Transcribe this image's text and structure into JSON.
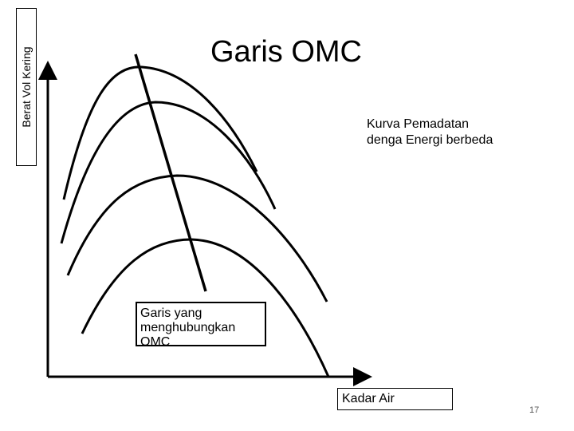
{
  "title": "Garis OMC",
  "y_axis_label": "Berat Vol Kering",
  "x_axis_label": "Kadar Air",
  "curve_label": {
    "line1": "Kurva Pemadatan",
    "line2": "denga Energi berbeda"
  },
  "omc_label": {
    "line1": "Garis yang",
    "line2": "menghubungkan",
    "line3": "OMC"
  },
  "page_number": "17",
  "colors": {
    "stroke": "#000000",
    "background": "#ffffff"
  }
}
